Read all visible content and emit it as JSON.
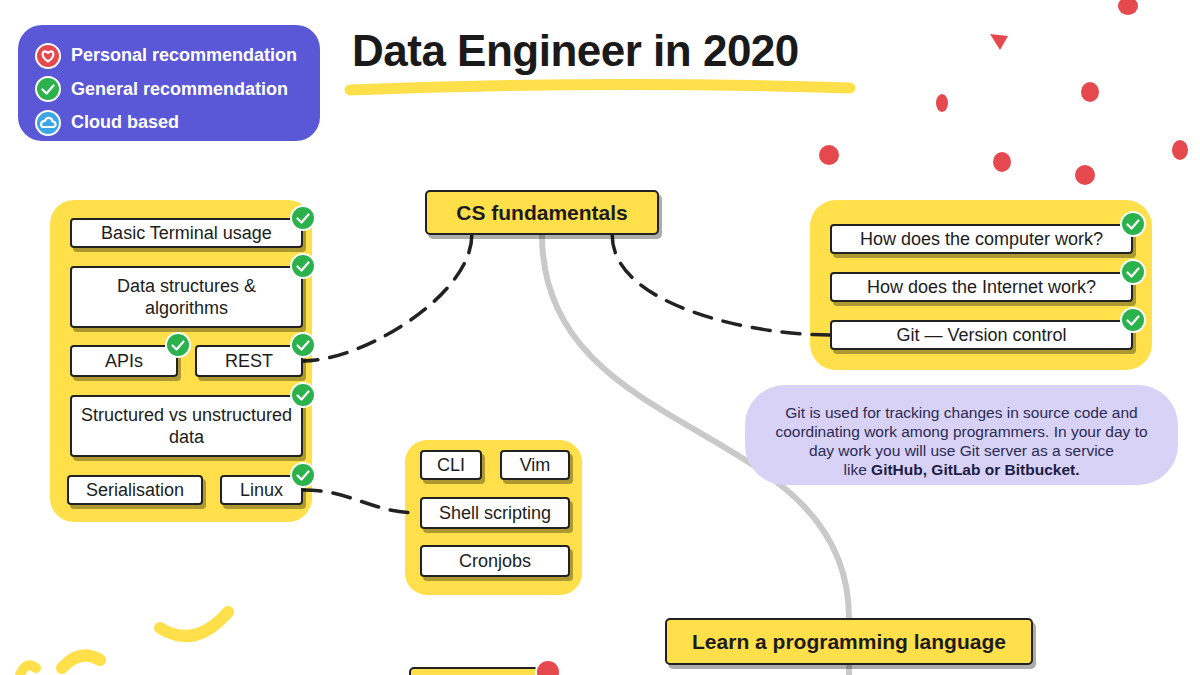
{
  "diagram": {
    "title": "Data Engineer in 2020",
    "nodes": [
      {
        "text": [
          "CS fundamentals"
        ]
      },
      {
        "text": [
          "Basic Terminal usage"
        ]
      },
      {
        "text": [
          "Data structures & algorithms"
        ]
      },
      {
        "text": [
          "APIs"
        ]
      },
      {
        "text": [
          "REST"
        ]
      },
      {
        "text": [
          "Structured vs unstructured data"
        ]
      },
      {
        "text": [
          "Serialisation"
        ]
      },
      {
        "text": [
          "Linux"
        ]
      },
      {
        "text": [
          "How does the computer work?"
        ]
      },
      {
        "text": [
          "How does the Internet work?"
        ]
      },
      {
        "text": [
          "Git — Version control"
        ]
      },
      {
        "text": [
          "Git is used for tracking changes in source code and coordinating work among programmers. In your day to day work you will use Git server as a service like",
          "GitHub, GitLab or Bitbucket."
        ]
      },
      {
        "text": [
          "CLI"
        ]
      },
      {
        "text": [
          "Vim"
        ]
      },
      {
        "text": [
          "Shell scripting"
        ]
      },
      {
        "text": [
          "Cronjobs"
        ]
      },
      {
        "text": [
          "Learn a programming language"
        ]
      }
    ],
    "edges": [
      {
        "from": 0,
        "to": 4,
        "arrow": "none"
      },
      {
        "from": 0,
        "to": 10,
        "arrow": "none"
      },
      {
        "from": 7,
        "to": 14,
        "arrow": "none"
      },
      {
        "from": 0,
        "to": 16,
        "arrow": "none"
      }
    ],
    "legend": [
      {
        "text": "Personal recommendation"
      },
      {
        "text": "General recommendation"
      },
      {
        "text": "Cloud based"
      }
    ]
  }
}
